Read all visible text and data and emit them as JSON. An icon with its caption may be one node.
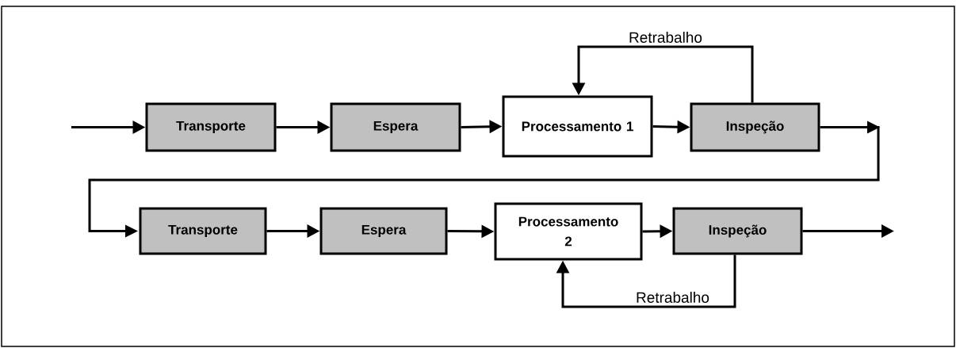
{
  "diagram": {
    "nodes": [
      {
        "text": [
          "Transporte"
        ]
      },
      {
        "text": [
          "Espera"
        ]
      },
      {
        "text": [
          "Processamento 1"
        ]
      },
      {
        "text": [
          "Inspeção"
        ]
      },
      {
        "text": [
          "Transporte"
        ]
      },
      {
        "text": [
          "Espera"
        ]
      },
      {
        "text": [
          "Processamento 2"
        ]
      },
      {
        "text": [
          "Inspeção"
        ]
      }
    ],
    "edges": [
      {
        "from": null,
        "to": 0,
        "arrow": "to"
      },
      {
        "from": 0,
        "to": 1,
        "arrow": "to"
      },
      {
        "from": 1,
        "to": 2,
        "arrow": "to"
      },
      {
        "from": 2,
        "to": 3,
        "arrow": "to"
      },
      {
        "from": 3,
        "to": 2,
        "arrow": "to",
        "label": "Retrabalho"
      },
      {
        "from": 3,
        "to": 4,
        "arrow": "to"
      },
      {
        "from": 4,
        "to": 5,
        "arrow": "to"
      },
      {
        "from": 5,
        "to": 6,
        "arrow": "to"
      },
      {
        "from": 6,
        "to": 7,
        "arrow": "to"
      },
      {
        "from": 7,
        "to": 6,
        "arrow": "to",
        "label": "Retrabalho"
      },
      {
        "from": 7,
        "to": null,
        "arrow": "to"
      }
    ]
  }
}
